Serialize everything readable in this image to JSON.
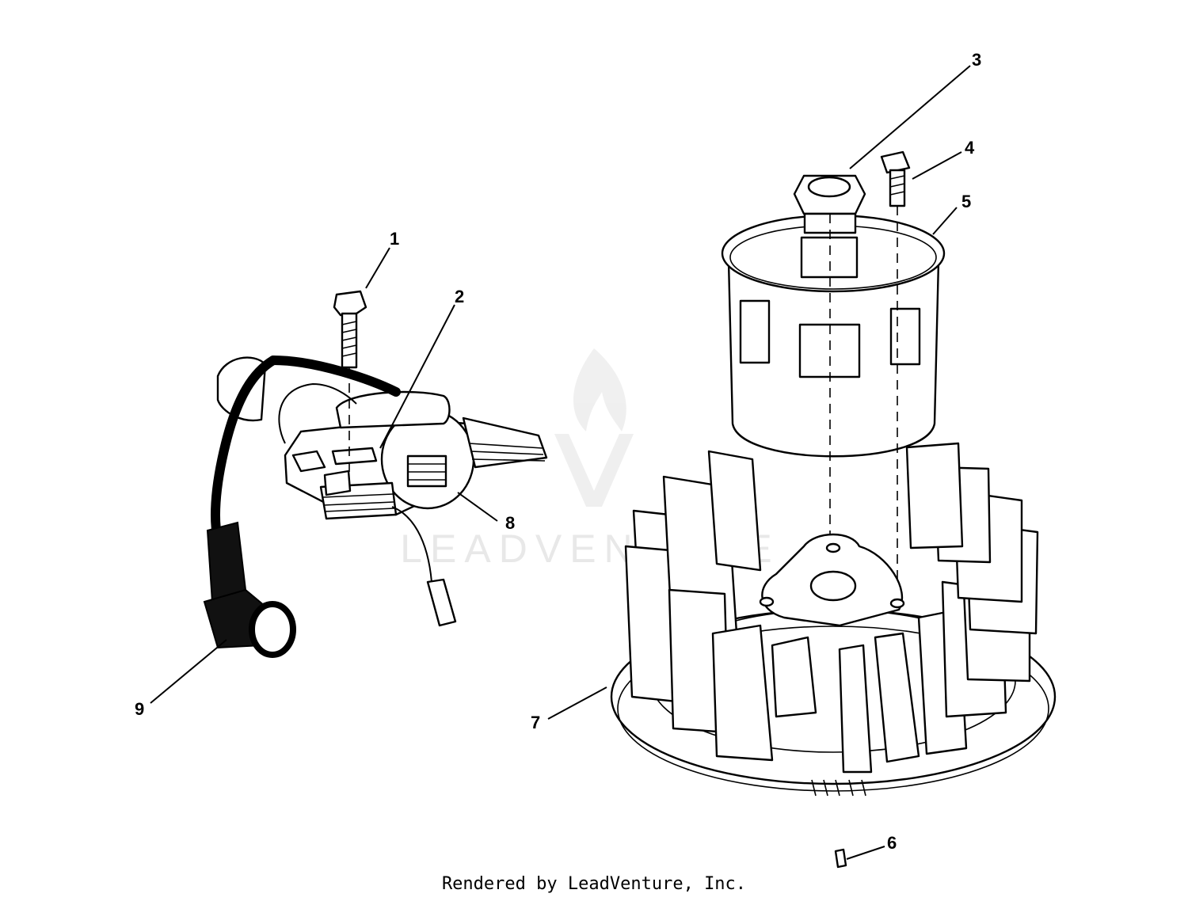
{
  "diagram": {
    "callouts": [
      {
        "id": "1",
        "label": "1"
      },
      {
        "id": "2",
        "label": "2"
      },
      {
        "id": "3",
        "label": "3"
      },
      {
        "id": "4",
        "label": "4"
      },
      {
        "id": "5",
        "label": "5"
      },
      {
        "id": "6",
        "label": "6"
      },
      {
        "id": "7",
        "label": "7"
      },
      {
        "id": "8",
        "label": "8"
      },
      {
        "id": "9",
        "label": "9"
      }
    ],
    "watermark": "LEADVENTURE"
  },
  "footer": {
    "credit": "Rendered by LeadVenture, Inc."
  }
}
